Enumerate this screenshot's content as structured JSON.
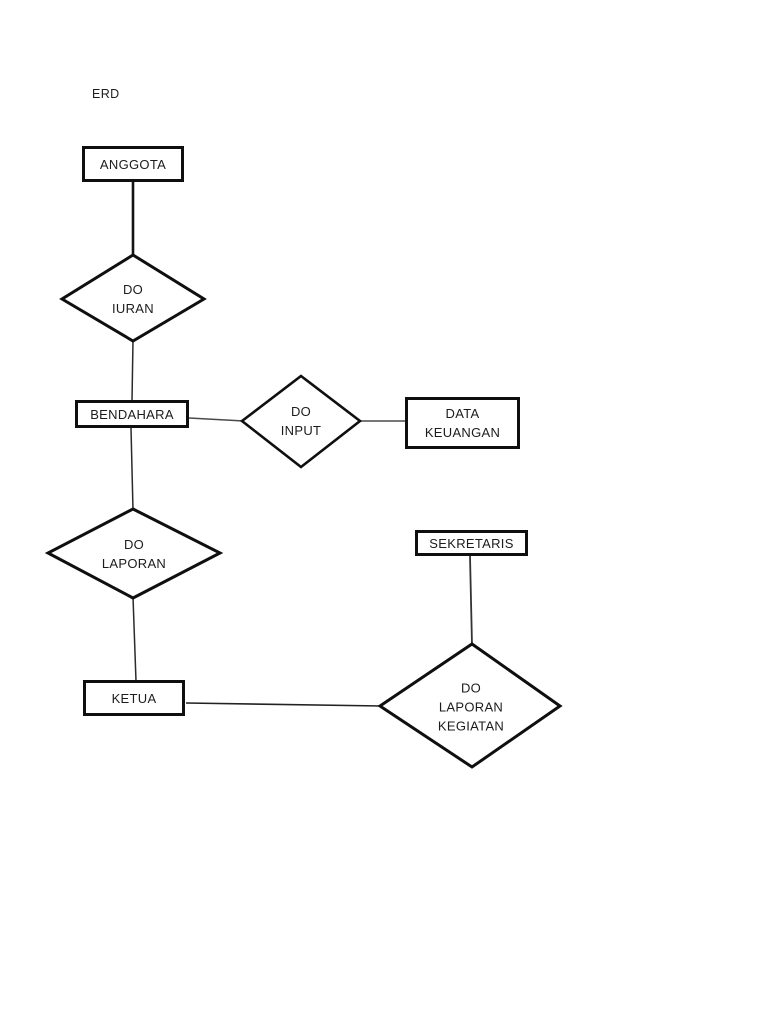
{
  "diagram": {
    "title": "ERD",
    "colors": {
      "background": "#ffffff",
      "shape_ink": "#0f0f0f",
      "connector_ink": "#3a3a3a",
      "text": "#1c1c1c"
    },
    "nodes": {
      "anggota": {
        "type": "entity",
        "label": "ANGGOTA"
      },
      "bendahara": {
        "type": "entity",
        "label": "BENDAHARA"
      },
      "data_keuangan": {
        "type": "entity",
        "label": "DATA\nKEUANGAN"
      },
      "sekretaris": {
        "type": "entity",
        "label": "SEKRETARIS"
      },
      "ketua": {
        "type": "entity",
        "label": "KETUA"
      },
      "do_iuran": {
        "type": "relationship",
        "label": "DO\nIURAN"
      },
      "do_input": {
        "type": "relationship",
        "label": "DO\nINPUT"
      },
      "do_laporan": {
        "type": "relationship",
        "label": "DO\nLAPORAN"
      },
      "do_laporan_kegiatan": {
        "type": "relationship",
        "label": "DO\nLAPORAN\nKEGIATAN"
      }
    },
    "connections": [
      {
        "from": "ANGGOTA",
        "to": "DO IURAN"
      },
      {
        "from": "DO IURAN",
        "to": "BENDAHARA"
      },
      {
        "from": "BENDAHARA",
        "to": "DO INPUT"
      },
      {
        "from": "DO INPUT",
        "to": "DATA KEUANGAN"
      },
      {
        "from": "BENDAHARA",
        "to": "DO LAPORAN"
      },
      {
        "from": "DO LAPORAN",
        "to": "KETUA"
      },
      {
        "from": "KETUA",
        "to": "DO LAPORAN KEGIATAN"
      },
      {
        "from": "SEKRETARIS",
        "to": "DO LAPORAN KEGIATAN"
      }
    ]
  }
}
